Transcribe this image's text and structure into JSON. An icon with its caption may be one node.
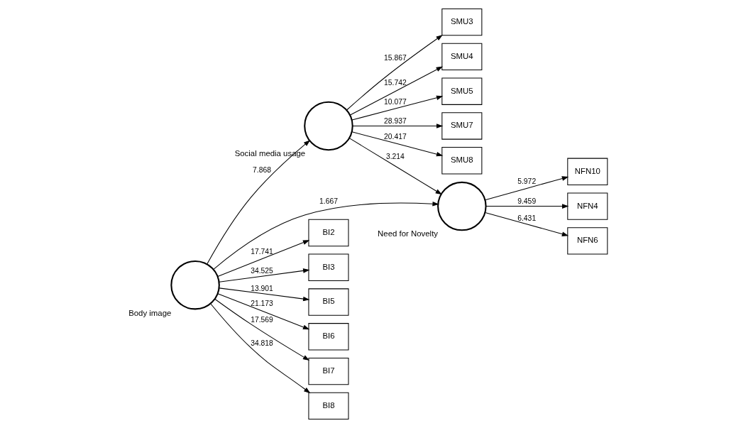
{
  "diagram": {
    "nodes": [
      {
        "text": [
          "SMU3"
        ]
      },
      {
        "text": [
          "SMU4"
        ]
      },
      {
        "text": [
          "SMU5"
        ]
      },
      {
        "text": [
          "SMU7"
        ]
      },
      {
        "text": [
          "SMU8"
        ]
      },
      {
        "text": [],
        "shape": "circle",
        "beside": [
          "Social media usage"
        ]
      },
      {
        "text": [],
        "shape": "circle",
        "beside": [
          "Need for Novelty"
        ]
      },
      {
        "text": [
          "NFN10"
        ]
      },
      {
        "text": [
          "NFN4"
        ]
      },
      {
        "text": [
          "NFN6"
        ]
      },
      {
        "text": [
          "BI2"
        ]
      },
      {
        "text": [
          "BI3"
        ]
      },
      {
        "text": [
          "BI5"
        ]
      },
      {
        "text": [
          "BI6"
        ]
      },
      {
        "text": [
          "BI7"
        ]
      },
      {
        "text": [
          "BI8"
        ]
      },
      {
        "text": [],
        "shape": "circle",
        "beside": [
          "Body image"
        ]
      }
    ],
    "edges": [
      {
        "from": 5,
        "to": 0,
        "arrow": "to",
        "label": "15.867"
      },
      {
        "from": 5,
        "to": 1,
        "arrow": "to",
        "label": "15.742"
      },
      {
        "from": 5,
        "to": 2,
        "arrow": "to",
        "label": "10.077"
      },
      {
        "from": 5,
        "to": 3,
        "arrow": "to",
        "label": "28.937"
      },
      {
        "from": 5,
        "to": 4,
        "arrow": "to",
        "label": "20.417"
      },
      {
        "from": 5,
        "to": 6,
        "arrow": "to",
        "label": "3.214"
      },
      {
        "from": 6,
        "to": 7,
        "arrow": "to",
        "label": "5.972"
      },
      {
        "from": 6,
        "to": 8,
        "arrow": "to",
        "label": "9.459"
      },
      {
        "from": 6,
        "to": 9,
        "arrow": "to",
        "label": "6.431"
      },
      {
        "from": 16,
        "to": 5,
        "arrow": "to",
        "label": "7.868"
      },
      {
        "from": 16,
        "to": 6,
        "arrow": "to",
        "label": "1.667"
      },
      {
        "from": 16,
        "to": 10,
        "arrow": "to",
        "label": "17.741"
      },
      {
        "from": 16,
        "to": 11,
        "arrow": "to",
        "label": "34.525"
      },
      {
        "from": 16,
        "to": 12,
        "arrow": "to",
        "label": "13.901"
      },
      {
        "from": 16,
        "to": 13,
        "arrow": "to",
        "label": "21.173"
      },
      {
        "from": 16,
        "to": 14,
        "arrow": "to",
        "label": "17.569"
      },
      {
        "from": 16,
        "to": 15,
        "arrow": "to",
        "label": "34.818"
      }
    ]
  }
}
